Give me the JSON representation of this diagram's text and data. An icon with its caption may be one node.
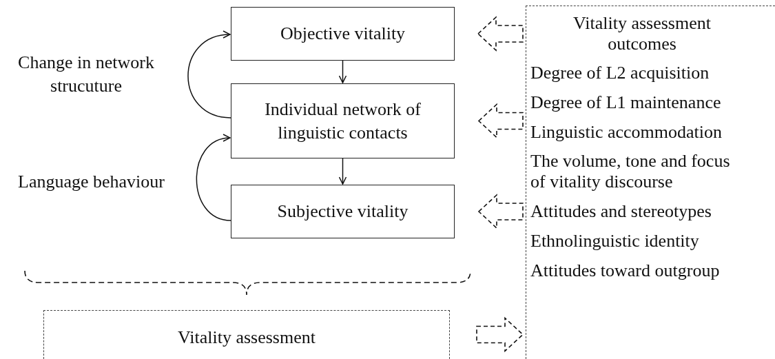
{
  "diagram": {
    "nodes": [
      {
        "text": [
          "Objective vitality"
        ]
      },
      {
        "text": [
          "Individual network of linguistic contacts"
        ]
      },
      {
        "text": [
          "Subjective vitality"
        ]
      },
      {
        "text": [
          "Vitality assessment outcomes",
          "Degree of L2 acquisition",
          "Degree of L1 maintenance",
          "Linguistic accommodation",
          "The volume, tone and focus of vitality discourse",
          "Attitudes and stereotypes",
          "Ethnolinguistic identity",
          "Attitudes toward outgroup"
        ]
      },
      {
        "text": [
          "Vitality assessment"
        ]
      }
    ],
    "edges": [
      {
        "from": 0,
        "to": 1,
        "arrow": "to"
      },
      {
        "from": 1,
        "to": 2,
        "arrow": "to"
      },
      {
        "from": 1,
        "to": 0,
        "arrow": "to",
        "label": "Change in network strucuture"
      },
      {
        "from": 2,
        "to": 1,
        "arrow": "to",
        "label": "Language behaviour"
      },
      {
        "from": 3,
        "to": 0,
        "arrow": "to",
        "style": "dashed"
      },
      {
        "from": 3,
        "to": 1,
        "arrow": "to",
        "style": "dashed"
      },
      {
        "from": 3,
        "to": 2,
        "arrow": "to",
        "style": "dashed"
      },
      {
        "from": 4,
        "to": 3,
        "arrow": "to",
        "style": "dashed"
      }
    ]
  }
}
